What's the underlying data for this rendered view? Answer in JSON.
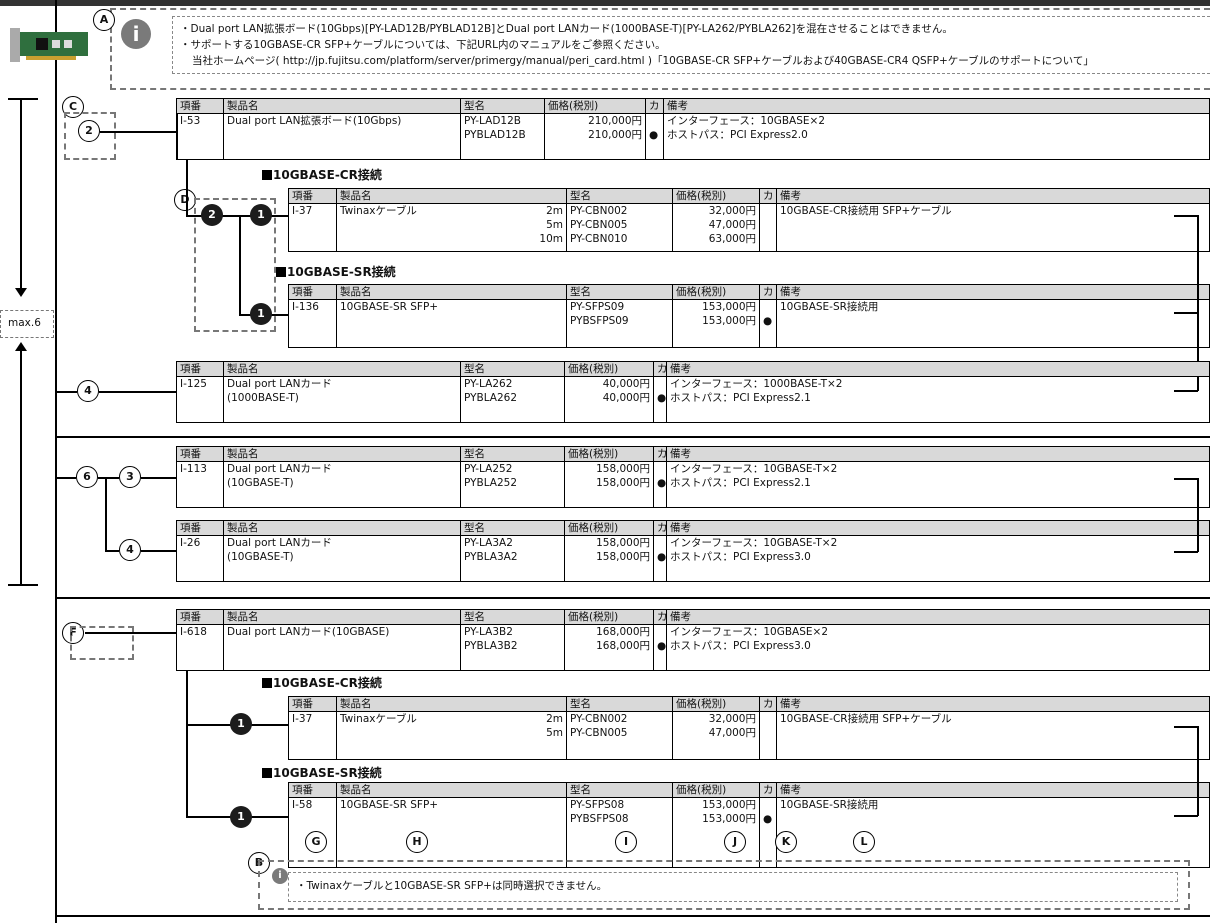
{
  "notes_a": {
    "label": "A",
    "lines": [
      "・Dual port LAN拡張ボード(10Gbps)[PY-LAD12B/PYBLAD12B]とDual port LANカード(1000BASE-T)[PY-LA262/PYBLA262]を混在させることはできません。",
      "・サポートする10GBASE-CR SFP+ケーブルについては、下記URL内のマニュアルをご参照ください。",
      "当社ホームページ( http://jp.fujitsu.com/platform/server/primergy/manual/peri_card.html )「10GBASE-CR SFP+ケーブルおよび40GBASE-CR4 QSFP+ケーブルのサポートについて」"
    ]
  },
  "note_b": {
    "label": "B",
    "text": "・Twinaxケーブルと10GBASE-SR SFP+は同時選択できません。"
  },
  "side": {
    "max": "max.6"
  },
  "headers": {
    "no": "項番",
    "name": "製品名",
    "model": "型名",
    "price": "価格(税別)",
    "ka": "カ",
    "remarks": "備考"
  },
  "sections": {
    "cr": "10GBASE-CR接続",
    "sr": "10GBASE-SR接続"
  },
  "labels": {
    "C": "C",
    "D": "D",
    "F": "F",
    "G": "G",
    "H": "H",
    "I": "I",
    "J": "J",
    "K": "K",
    "L": "L"
  },
  "circles": {
    "n1": "1",
    "n2": "2",
    "n3": "3",
    "n4": "4",
    "n6": "6"
  },
  "bullet": "●",
  "t1": {
    "no": "I-53",
    "name": "Dual port LAN拡張ボード(10Gbps)",
    "models": [
      "PY-LAD12B",
      "PYBLAD12B"
    ],
    "prices": [
      "210,000円",
      "210,000円"
    ],
    "remarks": [
      "インターフェース：10GBASE×2",
      "ホストパス：PCI Express2.0"
    ]
  },
  "t2": {
    "no": "I-37",
    "name": "Twinaxケーブル",
    "lengths": [
      "2m",
      "5m",
      "10m"
    ],
    "models": [
      "PY-CBN002",
      "PY-CBN005",
      "PY-CBN010"
    ],
    "prices": [
      "32,000円",
      "47,000円",
      "63,000円"
    ],
    "remarks": "10GBASE-CR接続用 SFP+ケーブル"
  },
  "t3": {
    "no": "I-136",
    "name": "10GBASE-SR SFP+",
    "models": [
      "PY-SFPS09",
      "PYBSFPS09"
    ],
    "prices": [
      "153,000円",
      "153,000円"
    ],
    "remarks": "10GBASE-SR接続用"
  },
  "t4": {
    "no": "I-125",
    "name": [
      "Dual port LANカード",
      "(1000BASE-T)"
    ],
    "models": [
      "PY-LA262",
      "PYBLA262"
    ],
    "prices": [
      "40,000円",
      "40,000円"
    ],
    "remarks": [
      "インターフェース：1000BASE-T×2",
      "ホストパス：PCI Express2.1"
    ]
  },
  "t5": {
    "no": "I-113",
    "name": [
      "Dual port LANカード",
      "(10GBASE-T)"
    ],
    "models": [
      "PY-LA252",
      "PYBLA252"
    ],
    "prices": [
      "158,000円",
      "158,000円"
    ],
    "remarks": [
      "インターフェース：10GBASE-T×2",
      "ホストパス：PCI Express2.1"
    ]
  },
  "t6": {
    "no": "I-26",
    "name": [
      "Dual port LANカード",
      "(10GBASE-T)"
    ],
    "models": [
      "PY-LA3A2",
      "PYBLA3A2"
    ],
    "prices": [
      "158,000円",
      "158,000円"
    ],
    "remarks": [
      "インターフェース：10GBASE-T×2",
      "ホストパス：PCI Express3.0"
    ]
  },
  "t7": {
    "no": "I-618",
    "name": "Dual port LANカード(10GBASE)",
    "models": [
      "PY-LA3B2",
      "PYBLA3B2"
    ],
    "prices": [
      "168,000円",
      "168,000円"
    ],
    "remarks": [
      "インターフェース：10GBASE×2",
      "ホストパス：PCI Express3.0"
    ]
  },
  "t8": {
    "no": "I-37",
    "name": "Twinaxケーブル",
    "lengths": [
      "2m",
      "5m"
    ],
    "models": [
      "PY-CBN002",
      "PY-CBN005"
    ],
    "prices": [
      "32,000円",
      "47,000円"
    ],
    "remarks": "10GBASE-CR接続用 SFP+ケーブル"
  },
  "t9": {
    "no": "I-58",
    "name": "10GBASE-SR SFP+",
    "models": [
      "PY-SFPS08",
      "PYBSFPS08"
    ],
    "prices": [
      "153,000円",
      "153,000円"
    ],
    "remarks": "10GBASE-SR接続用"
  }
}
